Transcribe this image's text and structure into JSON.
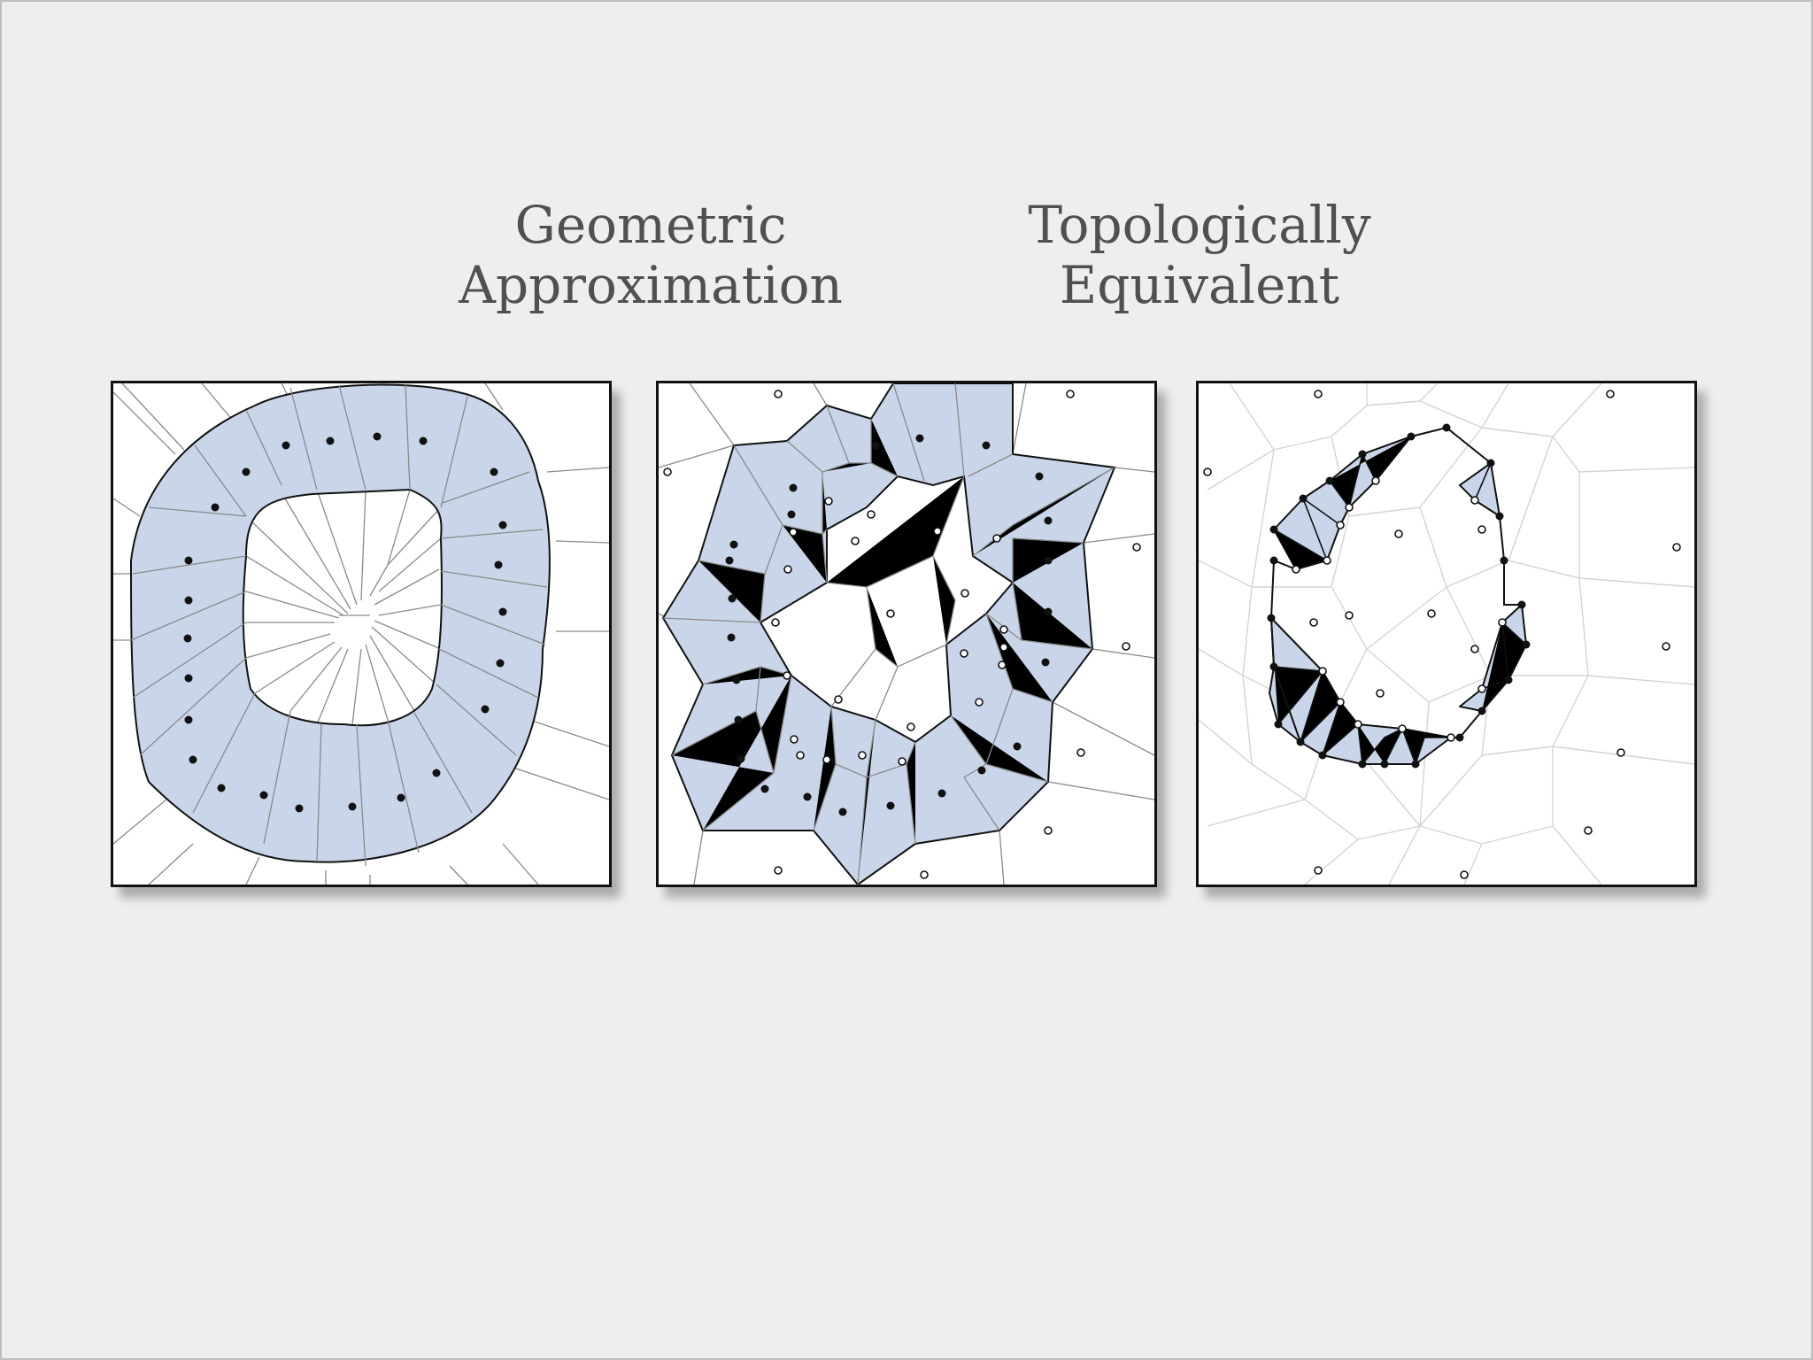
{
  "headings": {
    "left": {
      "line1": "Geometric",
      "line2": "Approximation"
    },
    "right": {
      "line1": "Topologically",
      "line2": "Equivalent"
    }
  },
  "colors": {
    "background": "#efeeef",
    "fill": "#c9d6e9",
    "cell_edge": "#8a8a8a",
    "light_edge": "#d4d4d4",
    "outline": "#111111",
    "dot": "#111111"
  },
  "panels": [
    {
      "id": "panel-1",
      "content": "voronoi-ring-geometric",
      "sample_style": "filled"
    },
    {
      "id": "panel-2",
      "content": "voronoi-ring-cells",
      "sample_style": "filled-and-hollow"
    },
    {
      "id": "panel-3",
      "content": "restricted-delaunay-ring",
      "sample_style": "filled-and-hollow"
    }
  ]
}
